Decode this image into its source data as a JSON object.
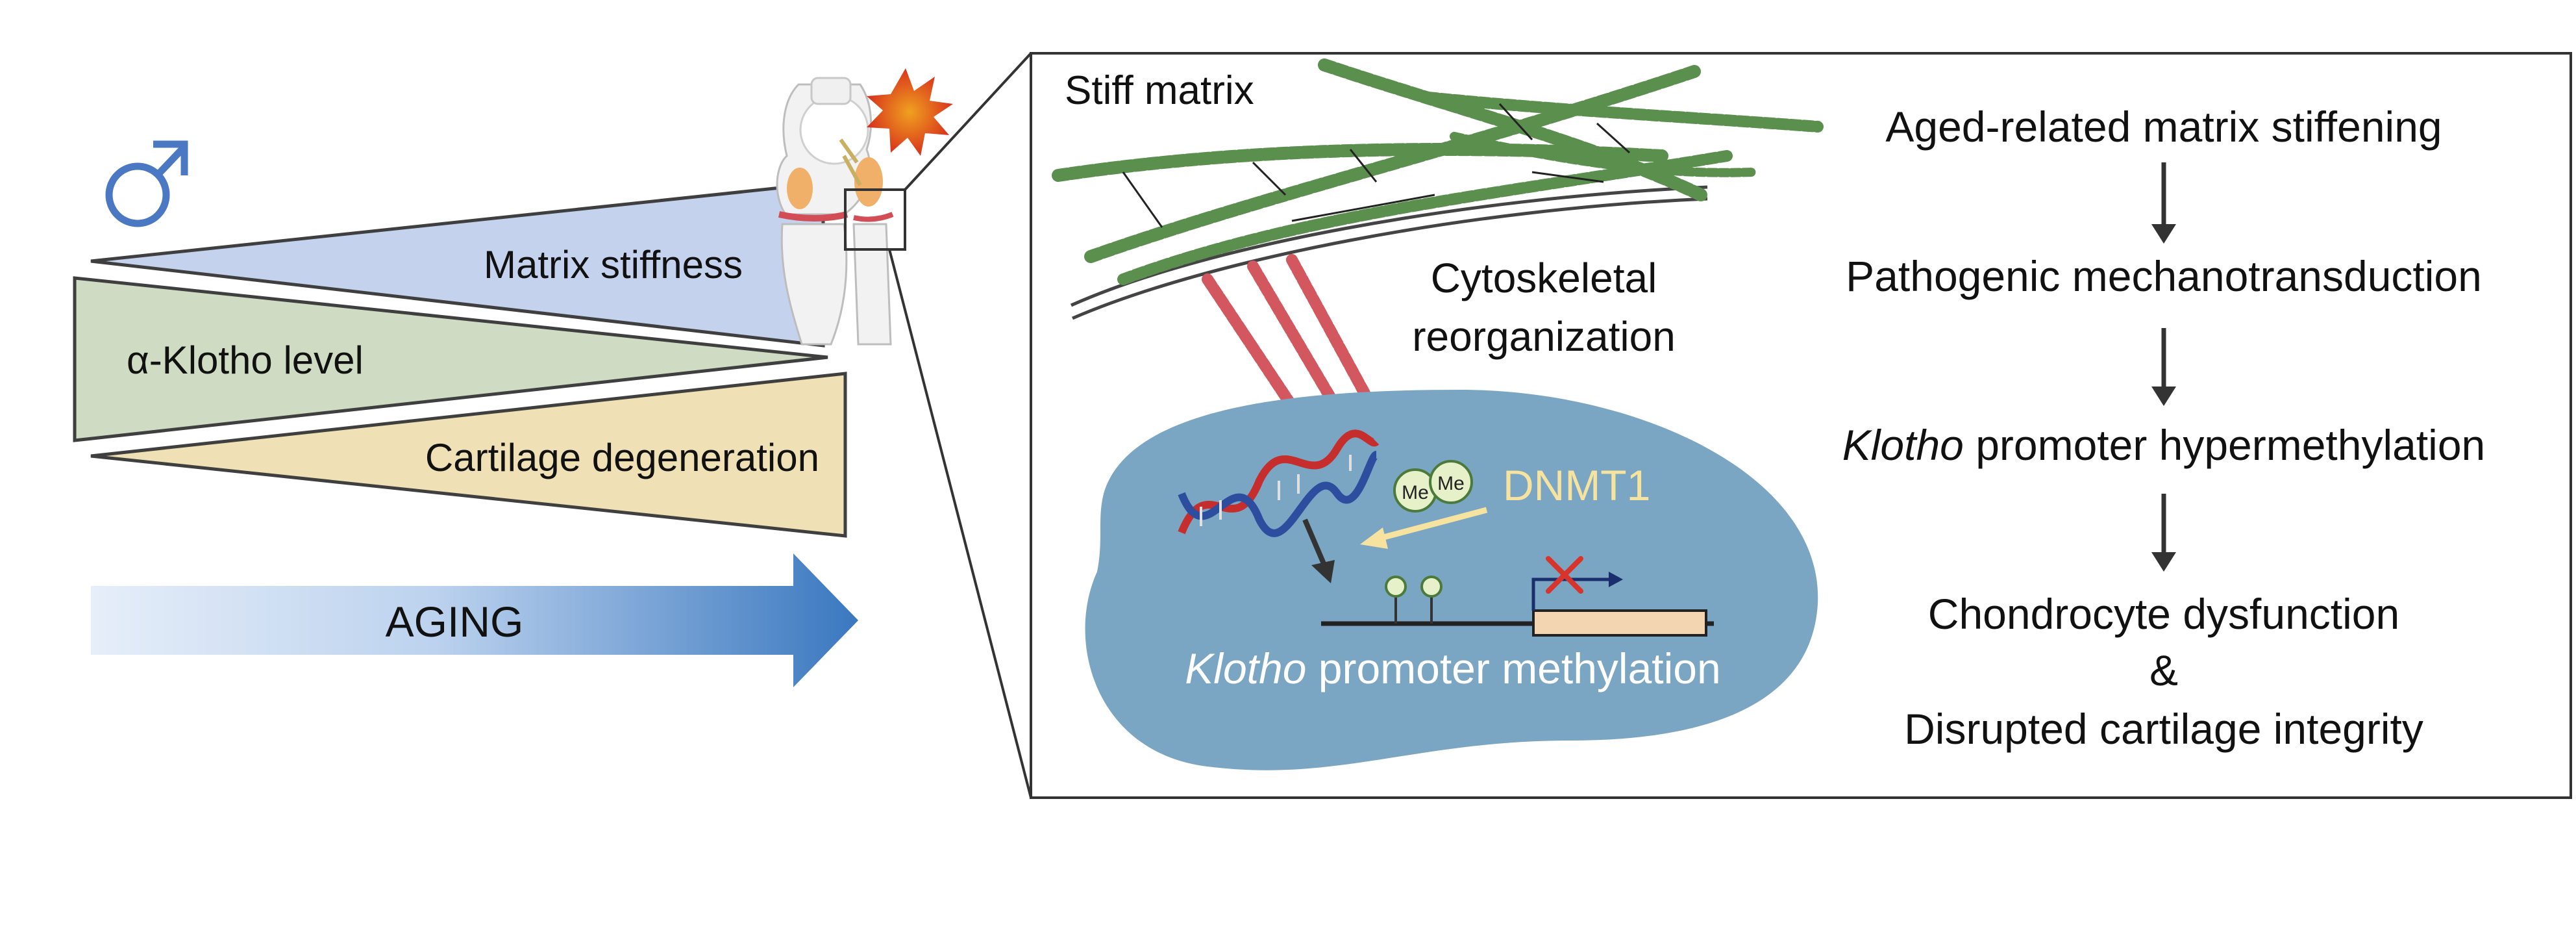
{
  "left": {
    "sex_symbol": "♂",
    "wedges": [
      {
        "label": "Matrix stiffness"
      },
      {
        "label": "α-Klotho level"
      },
      {
        "label": "Cartilage degeneration"
      }
    ],
    "arrow_label": "AGING"
  },
  "panel": {
    "stiff_matrix_label": "Stiff matrix",
    "cytoskeletal_line1": "Cytoskeletal",
    "cytoskeletal_line2": "reorganization",
    "methyl_group": "Me",
    "enzyme": "DNMT1",
    "gene_italic": "Klotho",
    "promoter_methylation_rest": " promoter methylation"
  },
  "pathway": {
    "step1": "Aged-related matrix stiffening",
    "step2": "Pathogenic mechanotransduction",
    "step3_italic": "Klotho",
    "step3_rest": " promoter hypermethylation",
    "step4_line1": "Chondrocyte dysfunction",
    "step4_line2": "&",
    "step4_line3": "Disrupted cartilage integrity"
  },
  "colors": {
    "stiffness_wedge": "#c5d2ee",
    "klotho_wedge": "#cfdcc3",
    "cartilage_wedge": "#efe1b5",
    "aging_arrow_start": "#e6eef9",
    "aging_arrow_end": "#3a78bf",
    "nucleus": "#7ba6c3",
    "fiber_green": "#5b8f4e",
    "actin_red": "#d2575e",
    "dnmt1_text": "#f6e3a0",
    "sex_symbol": "#4a78c2"
  }
}
